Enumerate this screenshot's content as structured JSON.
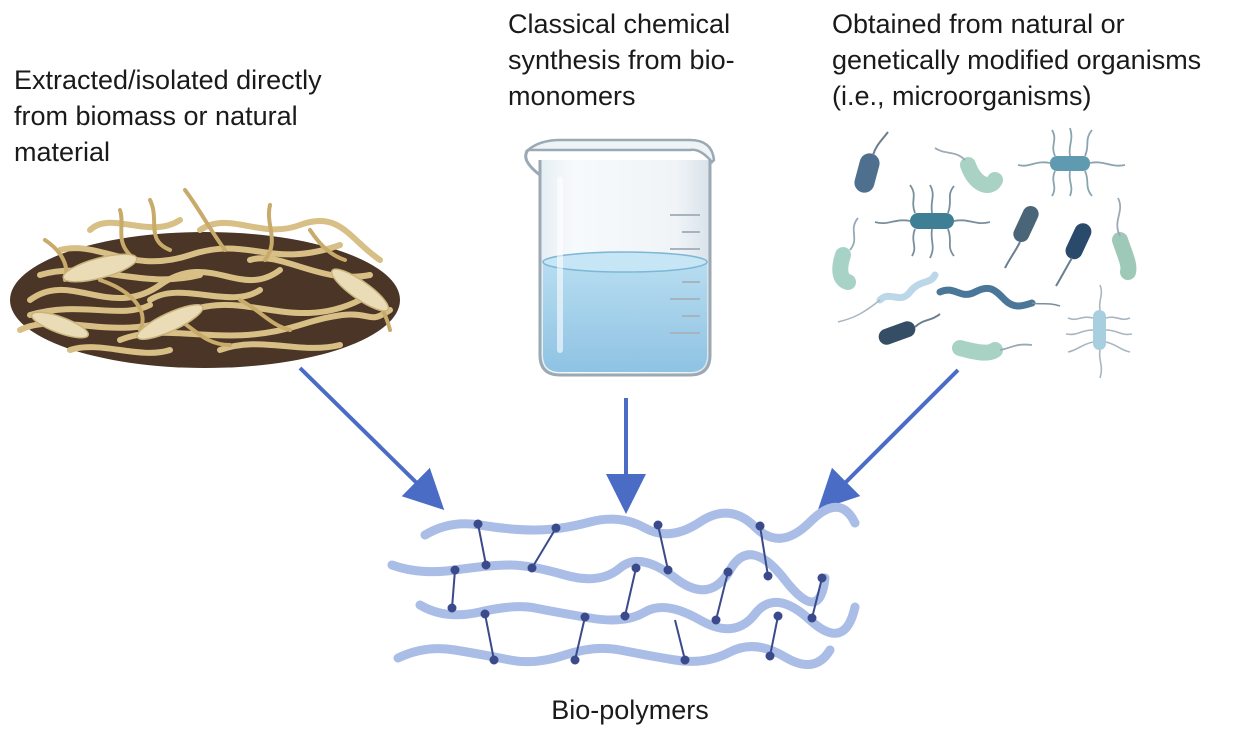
{
  "sources": {
    "biomass": {
      "lines": [
        "Extracted/isolated directly",
        "from biomass or natural",
        "material"
      ]
    },
    "chemical": {
      "lines": [
        "Classical chemical",
        "synthesis from bio-",
        "monomers"
      ]
    },
    "organisms": {
      "lines": [
        "Obtained from natural or",
        "genetically modified organisms",
        "(i.e., microorganisms)"
      ]
    }
  },
  "result": {
    "label": "Bio-polymers"
  },
  "colors": {
    "arrow": "#4a6cc4",
    "polymer_strand": "#a9bde6",
    "crosslink": "#3a4a8a",
    "liquid": "#a8d4ec",
    "fiber": "#d7bf86",
    "soil": "#4a3526"
  },
  "icons": [
    "biomass-fiber-pile-icon",
    "beaker-icon",
    "microorganisms-icon",
    "polymer-network-icon"
  ]
}
